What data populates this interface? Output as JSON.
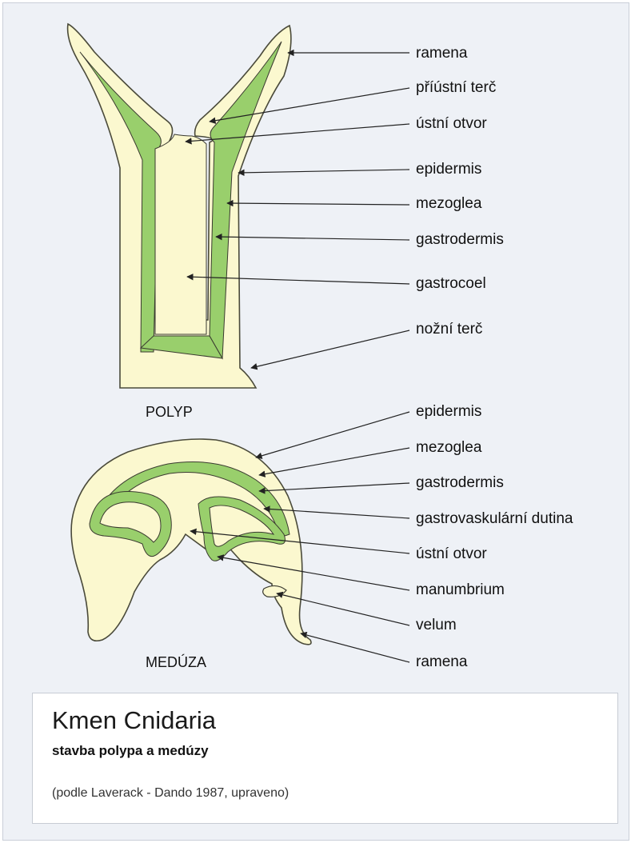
{
  "polyp": {
    "title": "POLYP",
    "labels": [
      "ramena",
      "příústní terč",
      "ústní otvor",
      "epidermis",
      "mezoglea",
      "gastrodermis",
      "gastrocoel",
      "nožní terč"
    ]
  },
  "meduza": {
    "title": "MEDÚZA",
    "labels": [
      "epidermis",
      "mezoglea",
      "gastrodermis",
      "gastrovaskulární dutina",
      "ústní otvor",
      "manumbrium",
      "velum",
      "ramena"
    ]
  },
  "caption": {
    "title": "Kmen Cnidaria",
    "subtitle": "stavba polypa a medúzy",
    "source": "(podle Laverack - Dando 1987, upraveno)"
  },
  "colors": {
    "epidermis_fill": "#fbf8cf",
    "epidermis_stroke": "#4a4a3a",
    "gastrodermis": "#99cf6c",
    "background": "#eef1f6",
    "line": "#222222"
  }
}
